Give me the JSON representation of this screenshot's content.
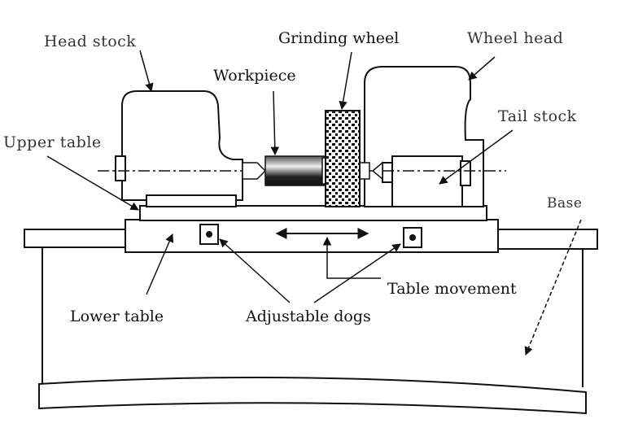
{
  "labels": {
    "head_stock": "Head stock",
    "grinding_wheel": "Grinding wheel",
    "wheel_head": "Wheel head",
    "workpiece": "Workpiece",
    "tail_stock": "Tail stock",
    "upper_table": "Upper table",
    "base": "Base",
    "table_movement": "Table movement",
    "lower_table": "Lower table",
    "adjustable_dogs": "Adjustable dogs"
  },
  "colors": {
    "ink": "#111111",
    "background": "#ffffff"
  }
}
